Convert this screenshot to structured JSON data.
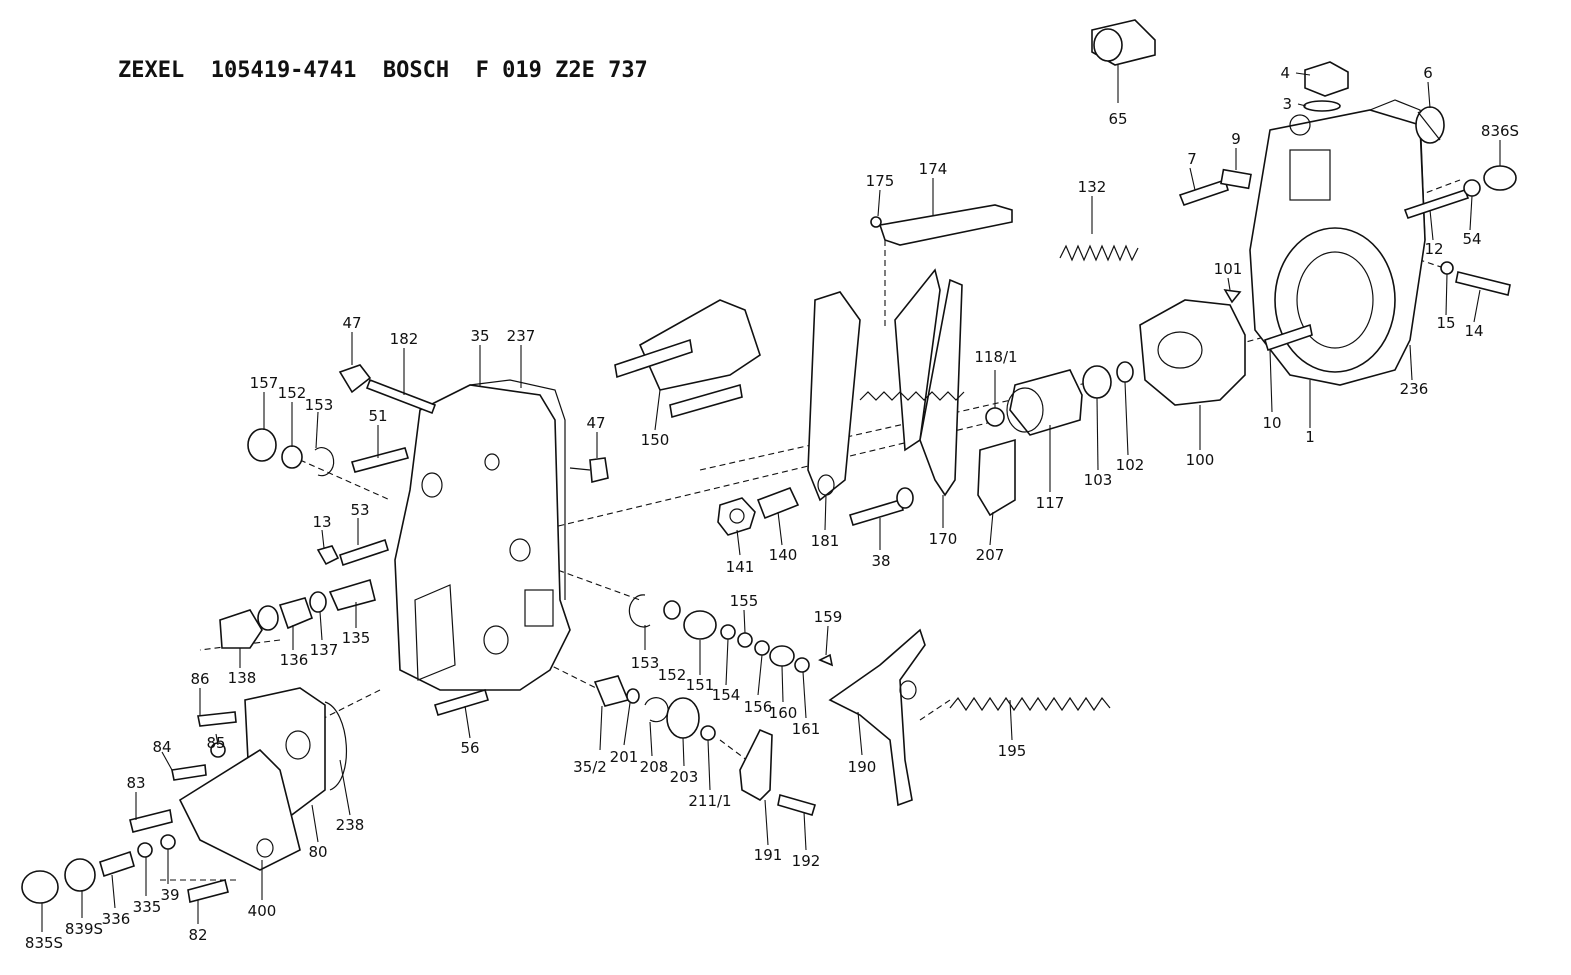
{
  "title": "ZEXEL  105419-4741  BOSCH  F 019 Z2E 737",
  "callouts": [
    {
      "id": "65"
    },
    {
      "id": "4"
    },
    {
      "id": "3"
    },
    {
      "id": "6"
    },
    {
      "id": "836S"
    },
    {
      "id": "7"
    },
    {
      "id": "9"
    },
    {
      "id": "12"
    },
    {
      "id": "54"
    },
    {
      "id": "101"
    },
    {
      "id": "15"
    },
    {
      "id": "14"
    },
    {
      "id": "236"
    },
    {
      "id": "10"
    },
    {
      "id": "1"
    },
    {
      "id": "100"
    },
    {
      "id": "102"
    },
    {
      "id": "103"
    },
    {
      "id": "117"
    },
    {
      "id": "118/1"
    },
    {
      "id": "132"
    },
    {
      "id": "174"
    },
    {
      "id": "175"
    },
    {
      "id": "170"
    },
    {
      "id": "207"
    },
    {
      "id": "38"
    },
    {
      "id": "181"
    },
    {
      "id": "140"
    },
    {
      "id": "141"
    },
    {
      "id": "150"
    },
    {
      "id": "47"
    },
    {
      "id": "182"
    },
    {
      "id": "35"
    },
    {
      "id": "237"
    },
    {
      "id": "157"
    },
    {
      "id": "152"
    },
    {
      "id": "153"
    },
    {
      "id": "51"
    },
    {
      "id": "13"
    },
    {
      "id": "53"
    },
    {
      "id": "138"
    },
    {
      "id": "136"
    },
    {
      "id": "137"
    },
    {
      "id": "135"
    },
    {
      "id": "56"
    },
    {
      "id": "86"
    },
    {
      "id": "85"
    },
    {
      "id": "84"
    },
    {
      "id": "83"
    },
    {
      "id": "238"
    },
    {
      "id": "80"
    },
    {
      "id": "400"
    },
    {
      "id": "835S"
    },
    {
      "id": "839S"
    },
    {
      "id": "336"
    },
    {
      "id": "335"
    },
    {
      "id": "39"
    },
    {
      "id": "82"
    },
    {
      "id": "35/2"
    },
    {
      "id": "201"
    },
    {
      "id": "208"
    },
    {
      "id": "203"
    },
    {
      "id": "211/1"
    },
    {
      "id": "151"
    },
    {
      "id": "154"
    },
    {
      "id": "155"
    },
    {
      "id": "156"
    },
    {
      "id": "160"
    },
    {
      "id": "161"
    },
    {
      "id": "159"
    },
    {
      "id": "190"
    },
    {
      "id": "191"
    },
    {
      "id": "192"
    },
    {
      "id": "195"
    }
  ]
}
